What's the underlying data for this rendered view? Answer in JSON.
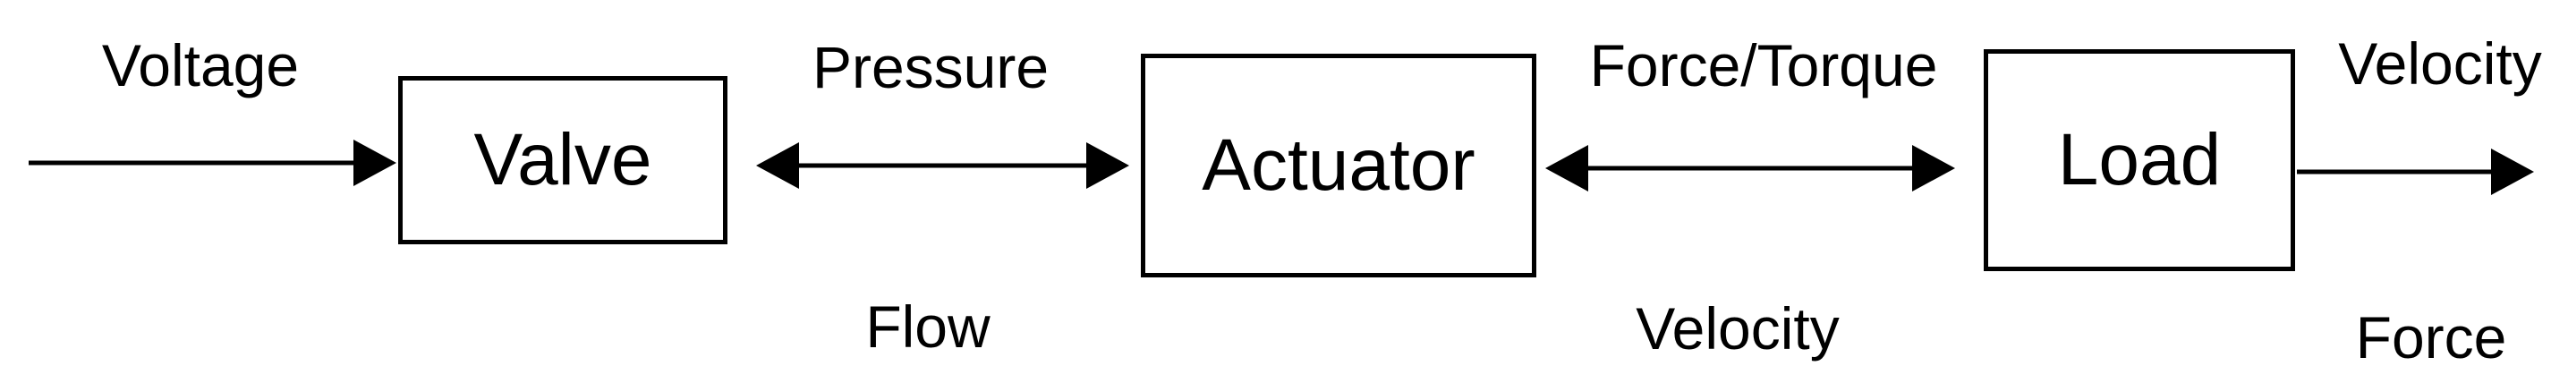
{
  "diagram": {
    "title": "valve-actuator-load-block-diagram",
    "colors": {
      "background": "#ffffff",
      "line": "#000000",
      "text": "#000000"
    },
    "blocks": {
      "valve": {
        "label": "Valve"
      },
      "actuator": {
        "label": "Actuator"
      },
      "load": {
        "label": "Load"
      }
    },
    "labels": {
      "input_top": "Voltage",
      "pressure": "Pressure",
      "flow": "Flow",
      "force_torque": "Force/Torque",
      "velocity_mid": "Velocity",
      "velocity_out": "Velocity",
      "force_out": "Force"
    },
    "arrows": [
      {
        "name": "input-arrow",
        "from": "source",
        "to": "valve",
        "direction": "right"
      },
      {
        "name": "valve-actuator-arrow",
        "from": "valve",
        "to": "actuator",
        "direction": "both"
      },
      {
        "name": "actuator-load-arrow",
        "from": "actuator",
        "to": "load",
        "direction": "both"
      },
      {
        "name": "output-arrow",
        "from": "load",
        "to": "sink",
        "direction": "right"
      }
    ]
  }
}
